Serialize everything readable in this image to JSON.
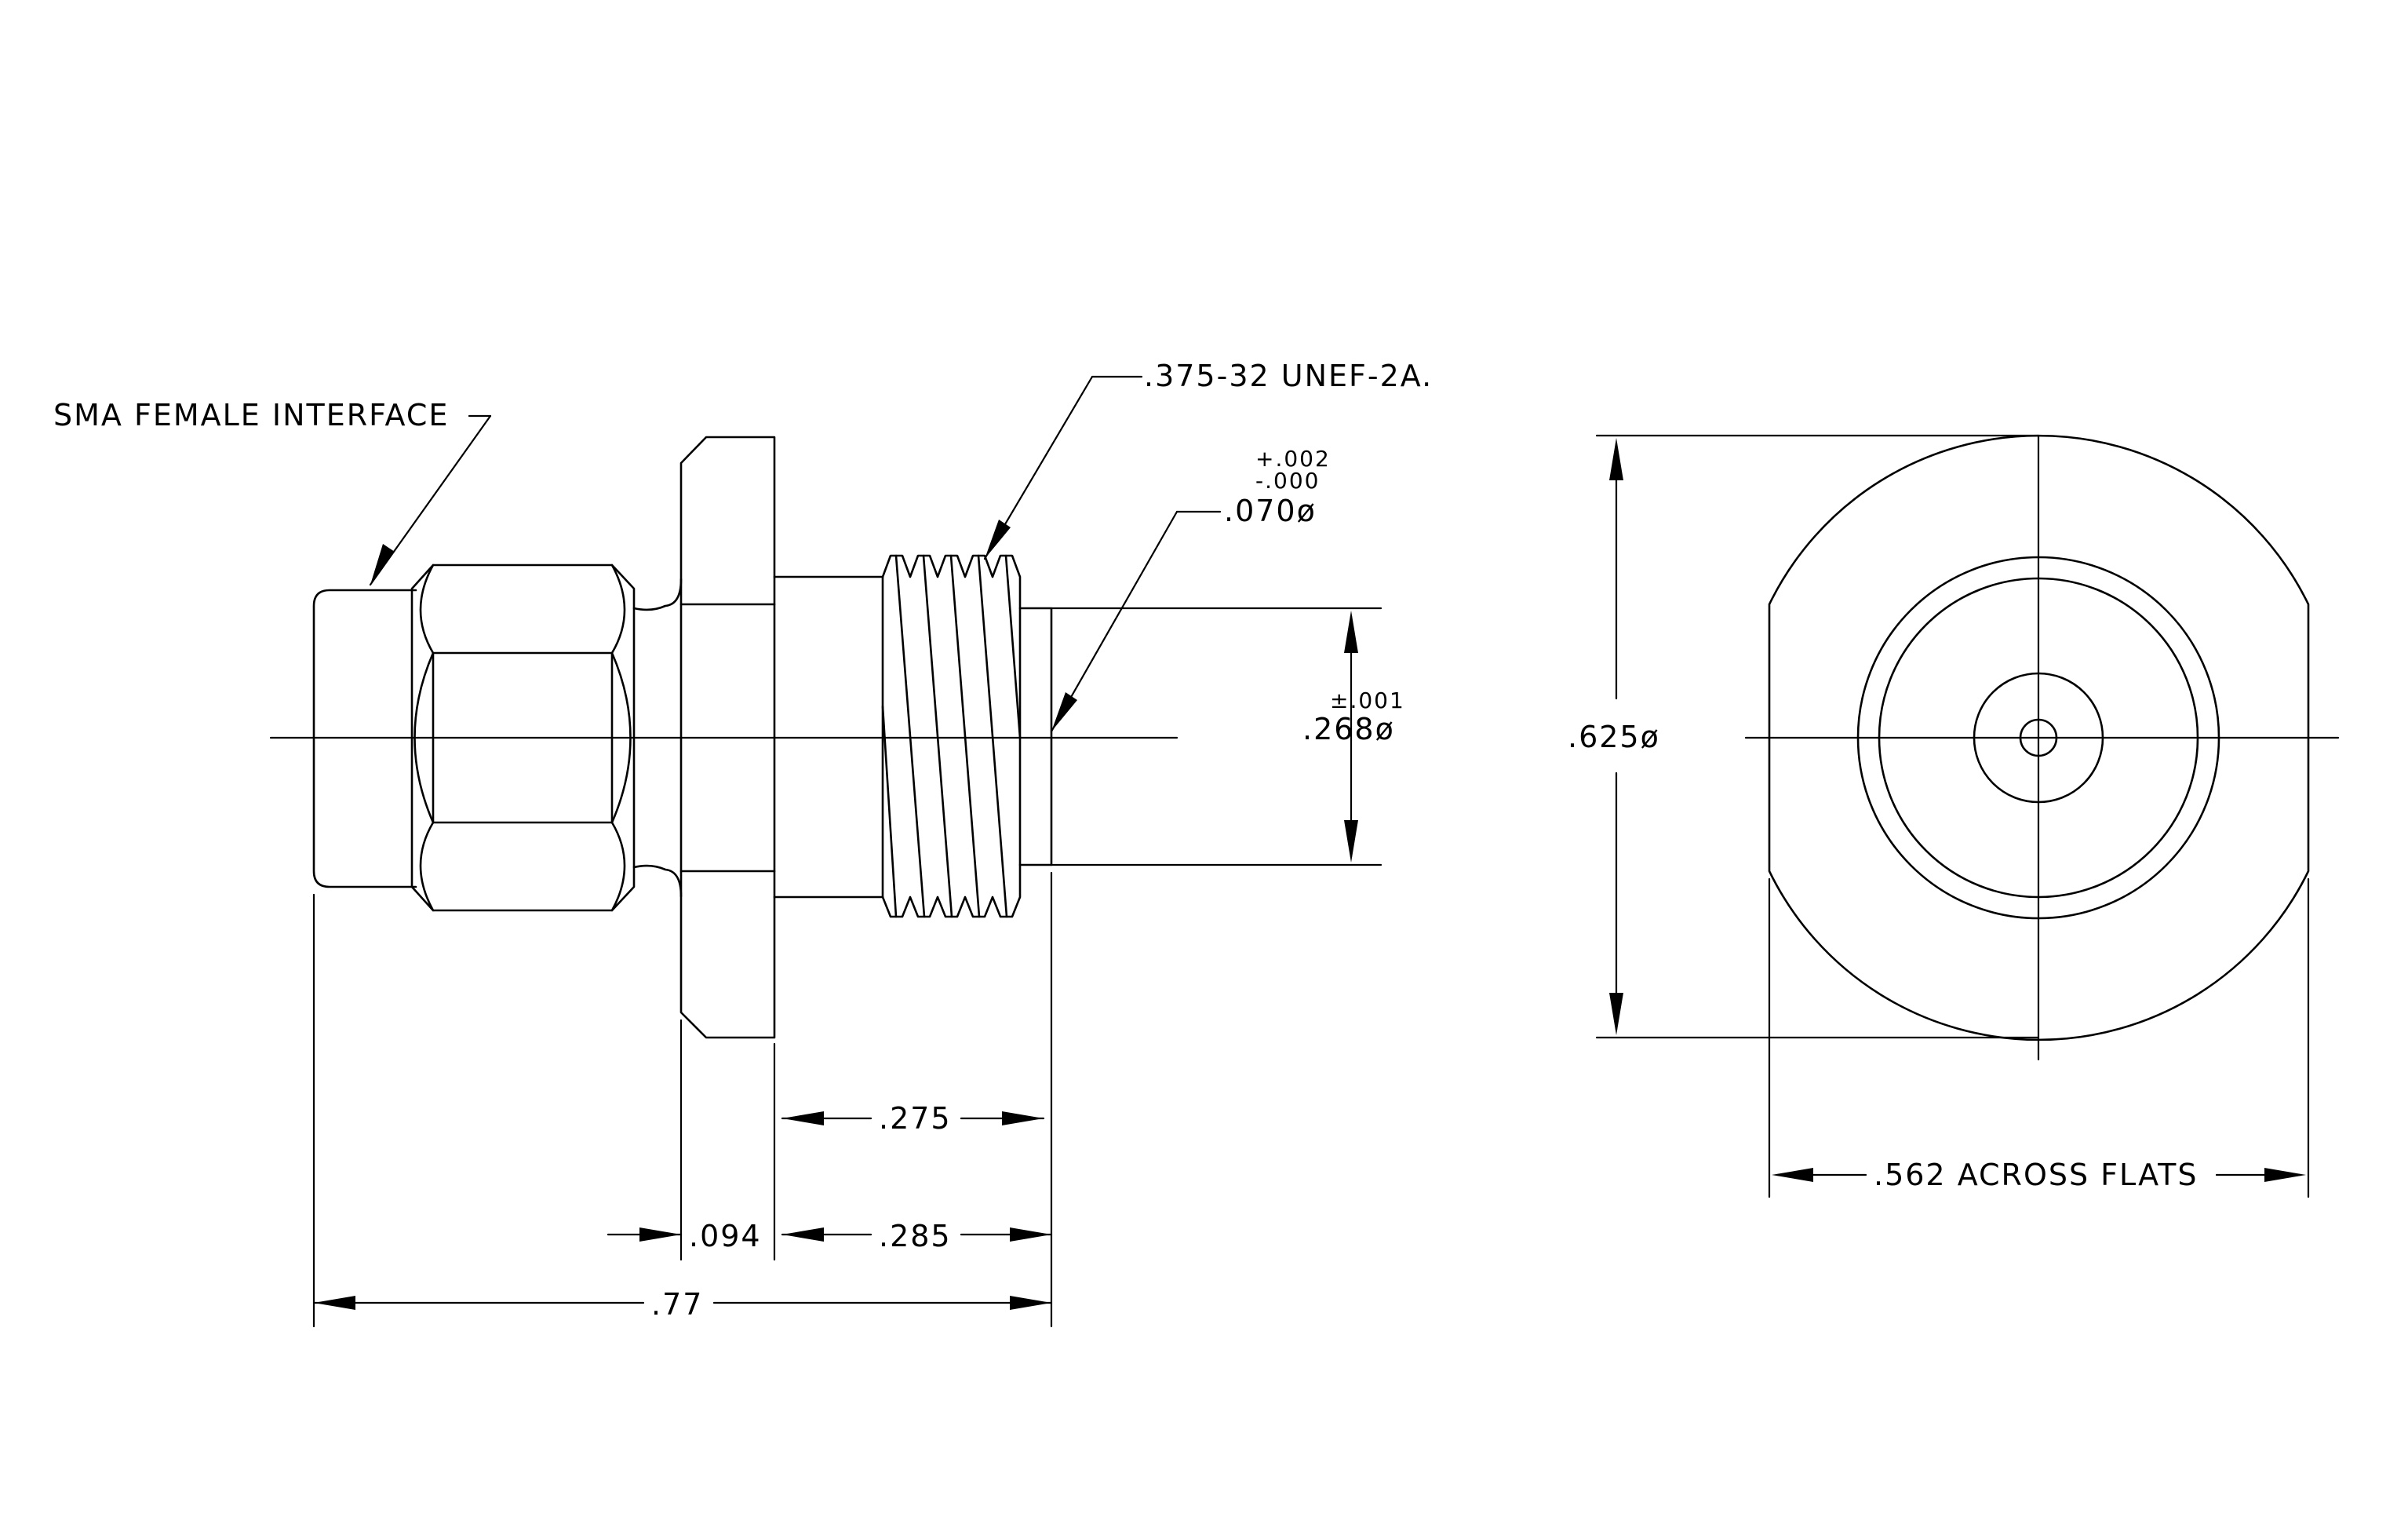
{
  "colors": {
    "ink": "#000000",
    "paper": "#ffffff"
  },
  "labels": {
    "interface": "SMA FEMALE INTERFACE",
    "thread": ".375-32 UNEF-2A.",
    "pin_dia": ".070ø",
    "pin_tol_plus": "+.002",
    "pin_tol_minus": "-.000",
    "body_dia": ".268ø",
    "body_tol": "±.001",
    "flange_dia": ".625ø",
    "flats": ".562 ACROSS FLATS"
  },
  "dimensions": {
    "thread_len": ".275",
    "shoulder_len": ".285",
    "flange_thk": ".094",
    "overall_len": ".77"
  }
}
